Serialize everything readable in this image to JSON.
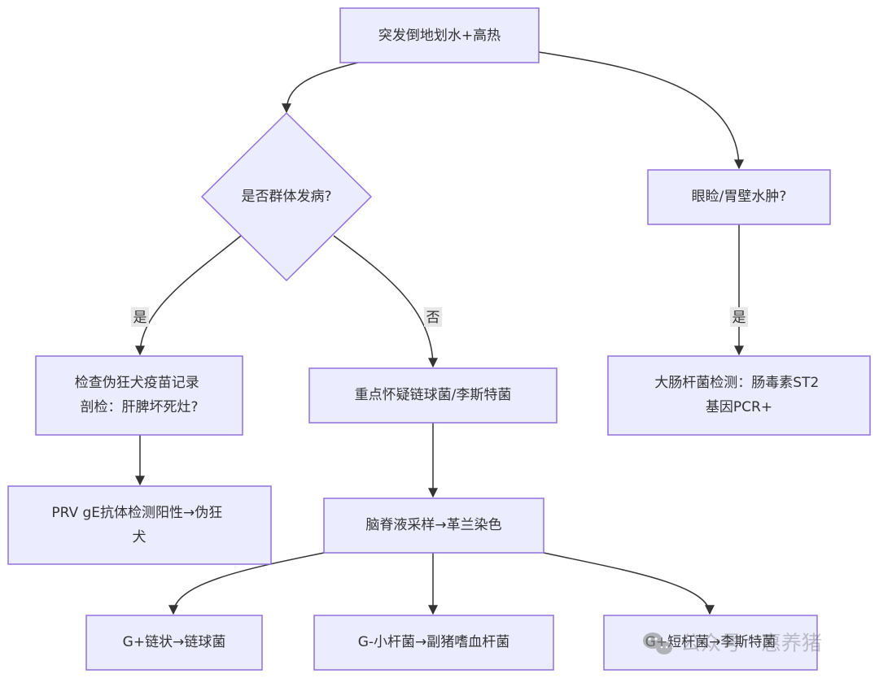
{
  "nodes": {
    "start": [
      "突发倒地划水+高热"
    ],
    "q_group": [
      "是否群体发病?"
    ],
    "q_edema": [
      "眼睑/胃壁水肿?"
    ],
    "check_vaccine": [
      "检查伪狂犬疫苗记录",
      "剖检：肝脾坏死灶?"
    ],
    "suspect_strep": [
      "重点怀疑链球菌/李斯特菌"
    ],
    "ecoli": [
      "大肠杆菌检测：肠毒素ST2",
      "基因PCR+"
    ],
    "prv": [
      "PRV gE抗体检测阳性→伪狂",
      "犬"
    ],
    "csf": [
      "脑脊液采样→革兰染色"
    ],
    "g_strep": [
      "G+链状→链球菌"
    ],
    "g_minus": [
      "G-小杆菌→副猪嗜血杆菌"
    ],
    "g_short": [
      "G+短杆菌→李斯特菌"
    ]
  },
  "edges": {
    "yes_group": "是",
    "no_group": "否",
    "yes_edema": "是"
  },
  "watermark": {
    "icon": "wechat-icon",
    "text": "公众号 · 惠养猪"
  },
  "colors": {
    "node_fill": "#ececff",
    "node_stroke": "#9370db",
    "edge": "#333333",
    "label_bg": "#e8e8e8"
  }
}
